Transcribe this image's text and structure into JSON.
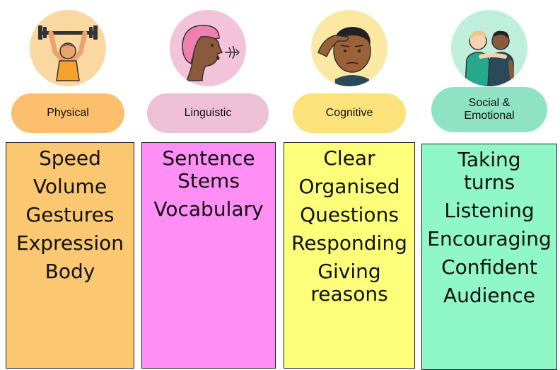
{
  "colors": {
    "physical_circle": "#fbd7a1",
    "physical_pill": "#fcbf6e",
    "physical_box": "#fbc770",
    "linguistic_circle": "#f3c3da",
    "linguistic_pill": "#edc0d6",
    "linguistic_box": "#ff8ef5",
    "cognitive_circle": "#fbe9a3",
    "cognitive_pill": "#fbe27a",
    "cognitive_box": "#fdfe7a",
    "social_circle": "#bfeedd",
    "social_pill": "#90e2c5",
    "social_box": "#8ff7c8"
  },
  "icons": {
    "physical": "weightlifter-icon",
    "linguistic": "speaking-person-icon",
    "cognitive": "thinking-person-icon",
    "social": "friends-hugging-icon"
  },
  "columns": [
    {
      "label": "Physical",
      "items": [
        "Speed",
        "Volume",
        "Gestures",
        "Expression",
        "Body"
      ]
    },
    {
      "label": "Linguistic",
      "items": [
        "Sentence\nStems",
        "Vocabulary"
      ]
    },
    {
      "label": "Cognitive",
      "items": [
        "Clear",
        "Organised",
        "Questions",
        "Responding",
        "Giving\nreasons"
      ]
    },
    {
      "label": "Social &\nEmotional",
      "items": [
        "Taking\nturns",
        "Listening",
        "Encouraging",
        "Confident",
        "Audience"
      ]
    }
  ]
}
